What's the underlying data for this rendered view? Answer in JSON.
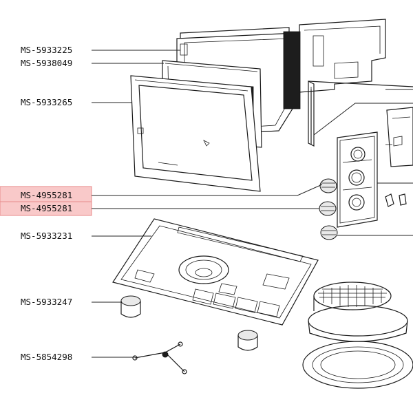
{
  "diagram": {
    "parts": [
      {
        "id": "p1",
        "code": "MS-5933225",
        "highlighted": false
      },
      {
        "id": "p2",
        "code": "MS-5938049",
        "highlighted": false
      },
      {
        "id": "p3",
        "code": "MS-5933265",
        "highlighted": false
      },
      {
        "id": "p4",
        "code": "MS-4955281",
        "highlighted": true
      },
      {
        "id": "p5",
        "code": "MS-4955281",
        "highlighted": true
      },
      {
        "id": "p6",
        "code": "MS-5933231",
        "highlighted": false
      },
      {
        "id": "p7",
        "code": "MS-5933247",
        "highlighted": false
      },
      {
        "id": "p8",
        "code": "MS-5854298",
        "highlighted": false
      }
    ],
    "colors": {
      "highlight_fill": "#f9c9c9",
      "highlight_stroke": "#e88a8a",
      "ink": "#1a1a1a"
    },
    "icons": [
      "door-frame",
      "door-glass",
      "control-panel",
      "knob",
      "turntable-base",
      "roller-foot",
      "turntable-coupler",
      "grill-rack",
      "glass-plate"
    ]
  }
}
